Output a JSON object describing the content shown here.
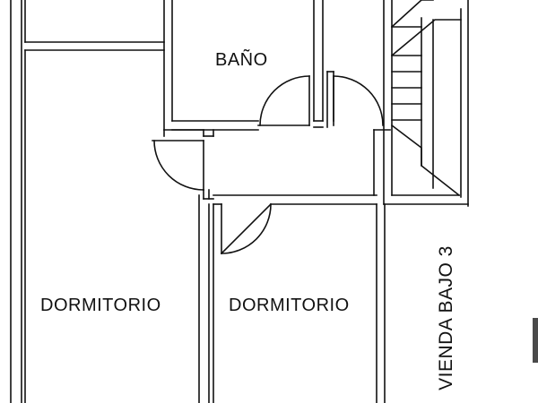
{
  "rooms": {
    "bano": "BAÑO",
    "dormitorio_1": "DORMITORIO",
    "dormitorio_2": "DORMITORIO",
    "vivienda": "VIENDA BAJO 3"
  },
  "colors": {
    "wall": "#111111",
    "background": "#ffffff",
    "edge_dark": "#4a4a4a"
  },
  "stair": {
    "treads": 6
  }
}
